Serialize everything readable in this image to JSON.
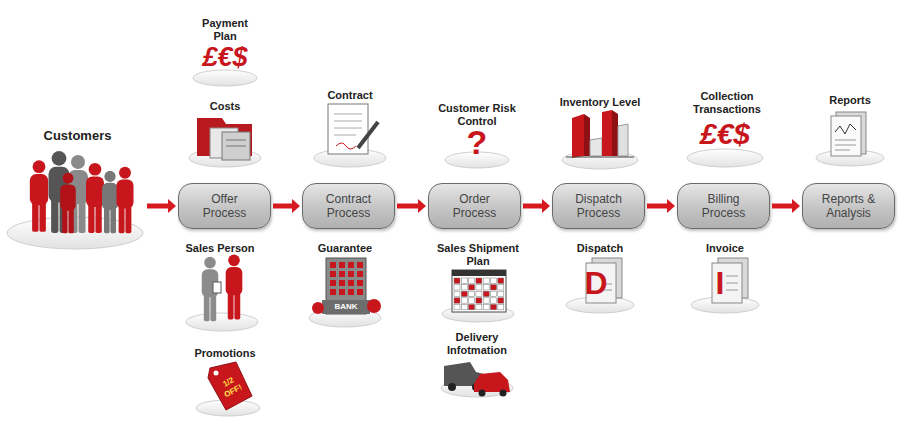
{
  "diagram": {
    "nodes": [
      {
        "text": [
          "Customers"
        ]
      },
      {
        "text": [
          "Offer Process"
        ]
      },
      {
        "text": [
          "Contract Process"
        ]
      },
      {
        "text": [
          "Order Process"
        ]
      },
      {
        "text": [
          "Dispatch Process"
        ]
      },
      {
        "text": [
          "Billing Process"
        ]
      },
      {
        "text": [
          "Reports & Analysis"
        ]
      }
    ],
    "edges": [
      {
        "from": 0,
        "to": 1,
        "arrow": "to"
      },
      {
        "from": 1,
        "to": 2,
        "arrow": "to"
      },
      {
        "from": 2,
        "to": 3,
        "arrow": "to"
      },
      {
        "from": 3,
        "to": 4,
        "arrow": "to"
      },
      {
        "from": 4,
        "to": 5,
        "arrow": "to"
      },
      {
        "from": 5,
        "to": 6,
        "arrow": "to"
      }
    ],
    "labels": [
      "Payment Plan",
      "£€$",
      "Costs",
      "Sales Person",
      "Promotions",
      "1/2 OFF!",
      "Contract",
      "Guarantee",
      "BANK",
      "Customer Risk Control",
      "?",
      "Sales Shipment Plan",
      "Delivery Infotmation",
      "Inventory Level",
      "Dispatch",
      "D",
      "Collection Transactions",
      "£€$",
      "Invoice",
      "I",
      "Reports"
    ]
  }
}
